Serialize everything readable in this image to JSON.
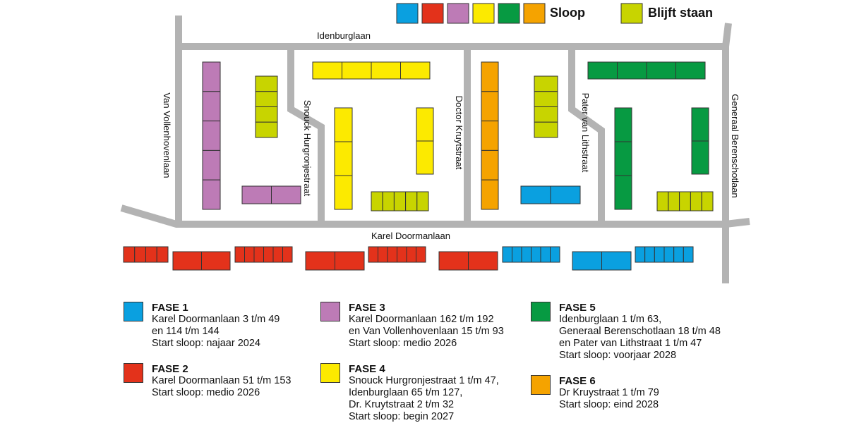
{
  "colors": {
    "fase1": "#0aa0e0",
    "fase2": "#e3321b",
    "fase3": "#bd7bb6",
    "fase4": "#fcea00",
    "fase5": "#079a42",
    "fase6": "#f5a300",
    "blijft": "#c8d400",
    "road": "#b3b3b3"
  },
  "top_legend": {
    "sloop": "Sloop",
    "blijft": "Blijft staan"
  },
  "streets": {
    "idenburglaan": "Idenburglaan",
    "karel": "Karel Doormanlaan",
    "vollenhoven": "Van Vollenhovenlaan",
    "snouck": "Snouck Hurgronjestraat",
    "kruyt": "Doctor Kruytstraat",
    "pater": "Pater van Lithstraat",
    "berenschot": "Generaal Berenschotlaan"
  },
  "phases": [
    {
      "title": "FASE 1",
      "lines": [
        "Karel Doormanlaan 3 t/m 49",
        "en 114 t/m 144",
        "Start sloop: najaar 2024"
      ]
    },
    {
      "title": "FASE 2",
      "lines": [
        "Karel Doormanlaan 51 t/m 153",
        "Start sloop: medio 2026"
      ]
    },
    {
      "title": "FASE 3",
      "lines": [
        "Karel Doormanlaan 162 t/m 192",
        "en Van Vollenhovenlaan 15 t/m 93",
        "Start sloop: medio 2026"
      ]
    },
    {
      "title": "FASE 4",
      "lines": [
        "Snouck Hurgronjestraat 1 t/m 47,",
        "Idenburglaan 65 t/m 127,",
        "Dr. Kruytstraat 2 t/m 32",
        "Start sloop: begin 2027"
      ]
    },
    {
      "title": "FASE 5",
      "lines": [
        "Idenburglaan 1 t/m 63,",
        "Generaal Berenschotlaan 18 t/m 48",
        "en Pater van Lithstraat 1 t/m 47",
        "Start sloop: voorjaar 2028"
      ]
    },
    {
      "title": "FASE 6",
      "lines": [
        "Dr Kruystraat 1 t/m 79",
        "Start sloop: eind 2028"
      ]
    }
  ]
}
